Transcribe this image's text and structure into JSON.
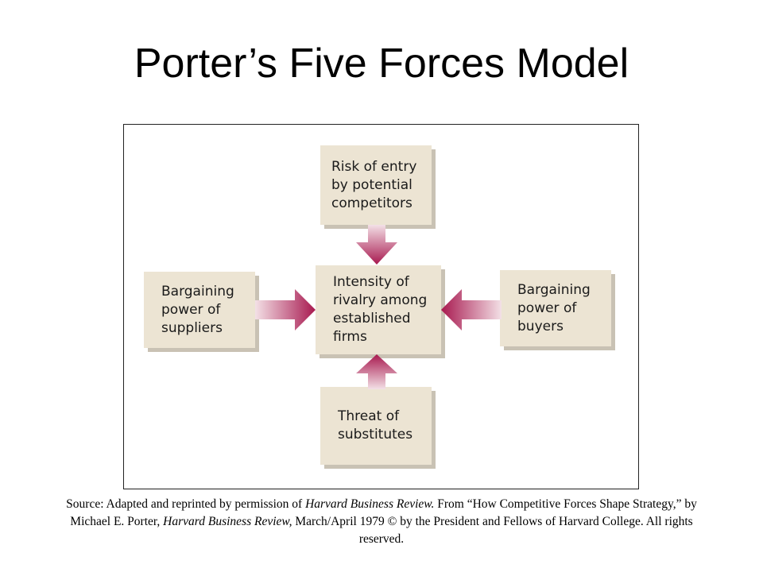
{
  "title": "Porter’s Five Forces Model",
  "forces": {
    "top": "Risk of entry\nby potential\ncompetitors",
    "left": "Bargaining\npower of\nsuppliers",
    "center": "Intensity of\nrivalry among\nestablished\nfirms",
    "right": "Bargaining\npower of\nbuyers",
    "bottom": "Threat of\nsubstitutes"
  },
  "colors": {
    "box_fill": "#ece4d3",
    "arrow_head": "#a8194f",
    "arrow_tail": "#f3e0e6"
  },
  "source": {
    "p1": "Source:  Adapted and reprinted by permission of ",
    "hbr1": "Harvard Business Review.",
    "p2": " From “How Competitive Forces Shape Strategy,” by Michael E. Porter, ",
    "hbr2": "Harvard Business Review,",
    "p3": " March/April 1979 © by the President and Fellows of Harvard College. All rights reserved."
  }
}
